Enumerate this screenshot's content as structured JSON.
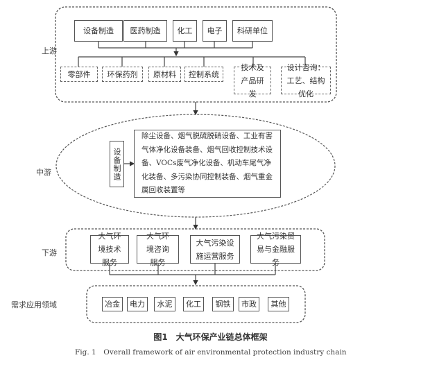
{
  "upstream": {
    "label": "上游",
    "sources": [
      "设备制造",
      "医药制造",
      "化工",
      "电子",
      "科研单位"
    ],
    "outputs": [
      "零部件",
      "环保药剂",
      "原材料",
      "控制系统",
      "技术及产品研发",
      "设计咨询：工艺、结构优化"
    ]
  },
  "midstream": {
    "label": "中游",
    "manufacturing": "设备制造",
    "description": "除尘设备、烟气脱硫脱硝设备、工业有害气体净化设备装备、烟气回收控制技术设备、VOCs废气净化设备、机动车尾气净化装备、多污染协同控制装备、烟气重金属回收装置等"
  },
  "downstream": {
    "label": "下游",
    "services": [
      "大气环境技术服务",
      "大气环境咨询服务",
      "大气污染设施运营服务",
      "大气污染贸易与金融服务"
    ]
  },
  "demand": {
    "label": "需求应用领域",
    "fields": [
      "冶金",
      "电力",
      "水泥",
      "化工",
      "钢铁",
      "市政",
      "其他"
    ]
  },
  "caption": {
    "zh": "图1　大气环保产业链总体框架",
    "en": "Fig. 1　Overall framework of air environmental protection industry chain"
  }
}
